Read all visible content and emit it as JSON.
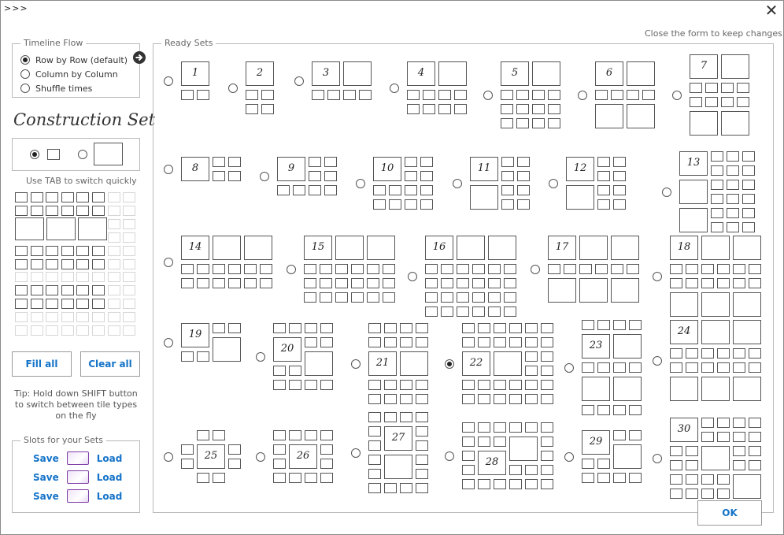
{
  "window": {
    "title": ">>>",
    "close_glyph": "✕"
  },
  "timeline": {
    "legend": "Timeline Flow",
    "options": [
      "Row by Row (default)",
      "Column by Column",
      "Shuffle times"
    ],
    "selected": 0
  },
  "construction": {
    "title": "Construction Set",
    "hint": "Use TAB to switch quickly",
    "fill_all": "Fill all",
    "clear_all": "Clear all",
    "tip": "Tip: Hold down SHIFT button to switch between tile types on the fly"
  },
  "slots": {
    "legend": "Slots for your Sets",
    "items": [
      {
        "save": "Save",
        "load": "Load"
      },
      {
        "save": "Save",
        "load": "Load"
      },
      {
        "save": "Save",
        "load": "Load"
      }
    ]
  },
  "ready_sets": {
    "legend": "Ready Sets",
    "hint": "Close the form to keep changes",
    "selected": 22,
    "labels": [
      "1",
      "2",
      "3",
      "4",
      "5",
      "6",
      "7",
      "8",
      "9",
      "10",
      "11",
      "12",
      "13",
      "14",
      "15",
      "16",
      "17",
      "18",
      "19",
      "20",
      "21",
      "22",
      "23",
      "24",
      "25",
      "26",
      "27",
      "28",
      "29",
      "30"
    ]
  },
  "ok_label": "OK",
  "icons": {
    "next": "arrow-right-circle-icon",
    "close": "close-icon",
    "slot": "slot-preview-icon"
  },
  "colors": {
    "accent": "#1473c8",
    "slot_border": "#7d3da6"
  }
}
